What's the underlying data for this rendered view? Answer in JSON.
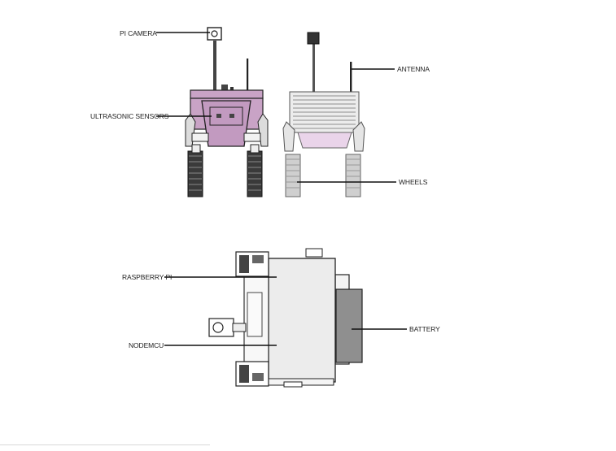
{
  "labels": {
    "pi_camera": "PI CAMERA",
    "ultrasonic_sensors": "ULTRASONIC SENSORS",
    "antenna": "ANTENNA",
    "wheels": "WHEELS",
    "raspberry_pi": "RASPBERRY PI",
    "nodemcu": "NODEMCU",
    "battery": "BATTERY"
  },
  "colors": {
    "body_purple": "#c9a3c6",
    "body_pink_light": "#ead4ea",
    "line": "#1a1a1a",
    "tread_dark": "#3a3a3a",
    "tread_light": "#bfbfbf",
    "board_grey": "#ececec",
    "battery_grey": "#8f8f8f"
  },
  "icons": {
    "front_view": "rover-front-view",
    "rear_view": "rover-rear-view",
    "top_view": "rover-top-view"
  }
}
